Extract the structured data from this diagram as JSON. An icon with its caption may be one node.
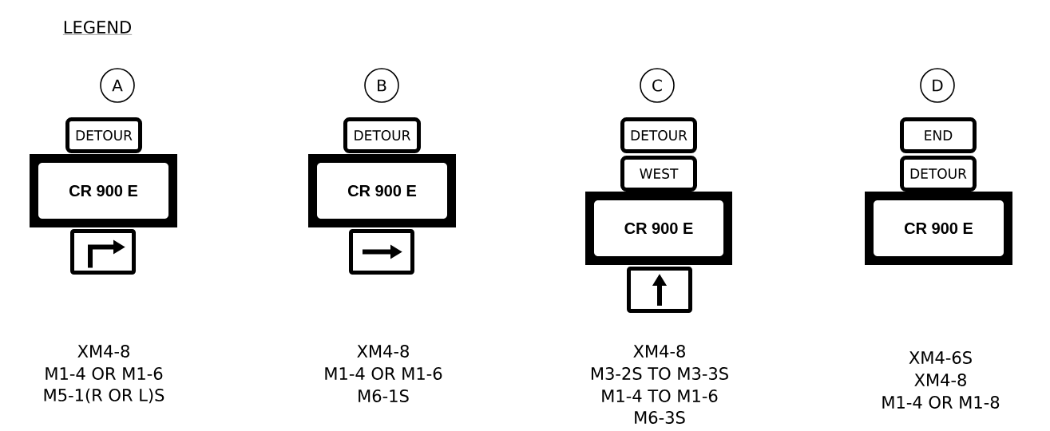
{
  "diagram": {
    "title": "LEGEND",
    "nodes": [
      {
        "text": [
          "A"
        ]
      },
      {
        "text": [
          "DETOUR"
        ]
      },
      {
        "text": [
          "CR 900 E"
        ]
      },
      {
        "text": [],
        "shape": "box"
      },
      {
        "text": [
          "B"
        ]
      },
      {
        "text": [
          "DETOUR"
        ]
      },
      {
        "text": [
          "CR 900 E"
        ]
      },
      {
        "text": [],
        "shape": "box"
      },
      {
        "text": [
          "C"
        ]
      },
      {
        "text": [
          "DETOUR"
        ]
      },
      {
        "text": [
          "WEST"
        ]
      },
      {
        "text": [
          "CR 900 E"
        ]
      },
      {
        "text": [],
        "shape": "box"
      },
      {
        "text": [
          "D"
        ]
      },
      {
        "text": [
          "END"
        ]
      },
      {
        "text": [
          "DETOUR"
        ]
      },
      {
        "text": [
          "CR 900 E"
        ]
      }
    ],
    "labels": [
      "XM4-8",
      "M1-4 OR M1-6",
      "M5-1(R OR L)S",
      "XM4-8",
      "M1-4 OR M1-6",
      "M6-1S",
      "XM4-8",
      "M3-2S TO M3-3S",
      "M1-4 TO M1-6",
      "M6-3S",
      "XM4-6S",
      "XM4-8",
      "M1-4 OR M1-8"
    ]
  }
}
